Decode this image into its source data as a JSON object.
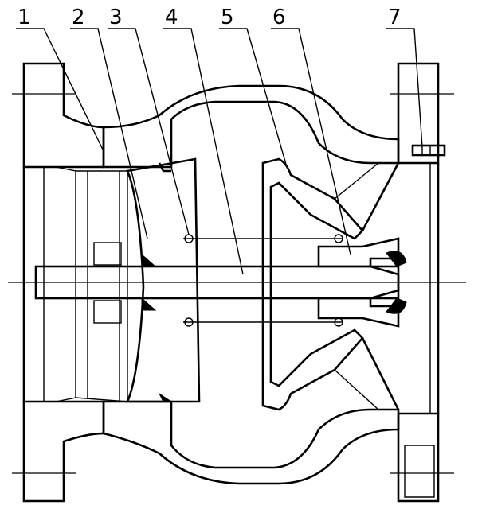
{
  "diagram": {
    "part_labels": [
      "1",
      "2",
      "3",
      "4",
      "5",
      "6",
      "7"
    ]
  },
  "colors": {
    "line": "#000000",
    "background": "#ffffff"
  }
}
